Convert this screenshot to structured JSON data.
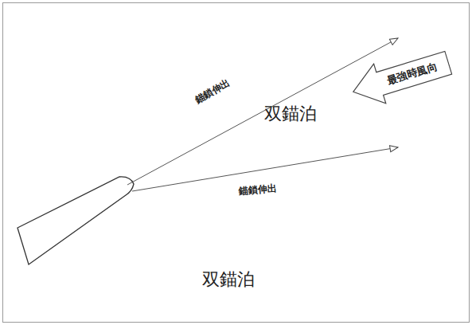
{
  "diagram": {
    "caption": "双錨泊",
    "nodes": [
      {
        "text": [
          "最強時風向"
        ]
      }
    ],
    "labels": [
      "錨鎖伸出",
      "双錨泊",
      "錨鎖伸出"
    ]
  }
}
